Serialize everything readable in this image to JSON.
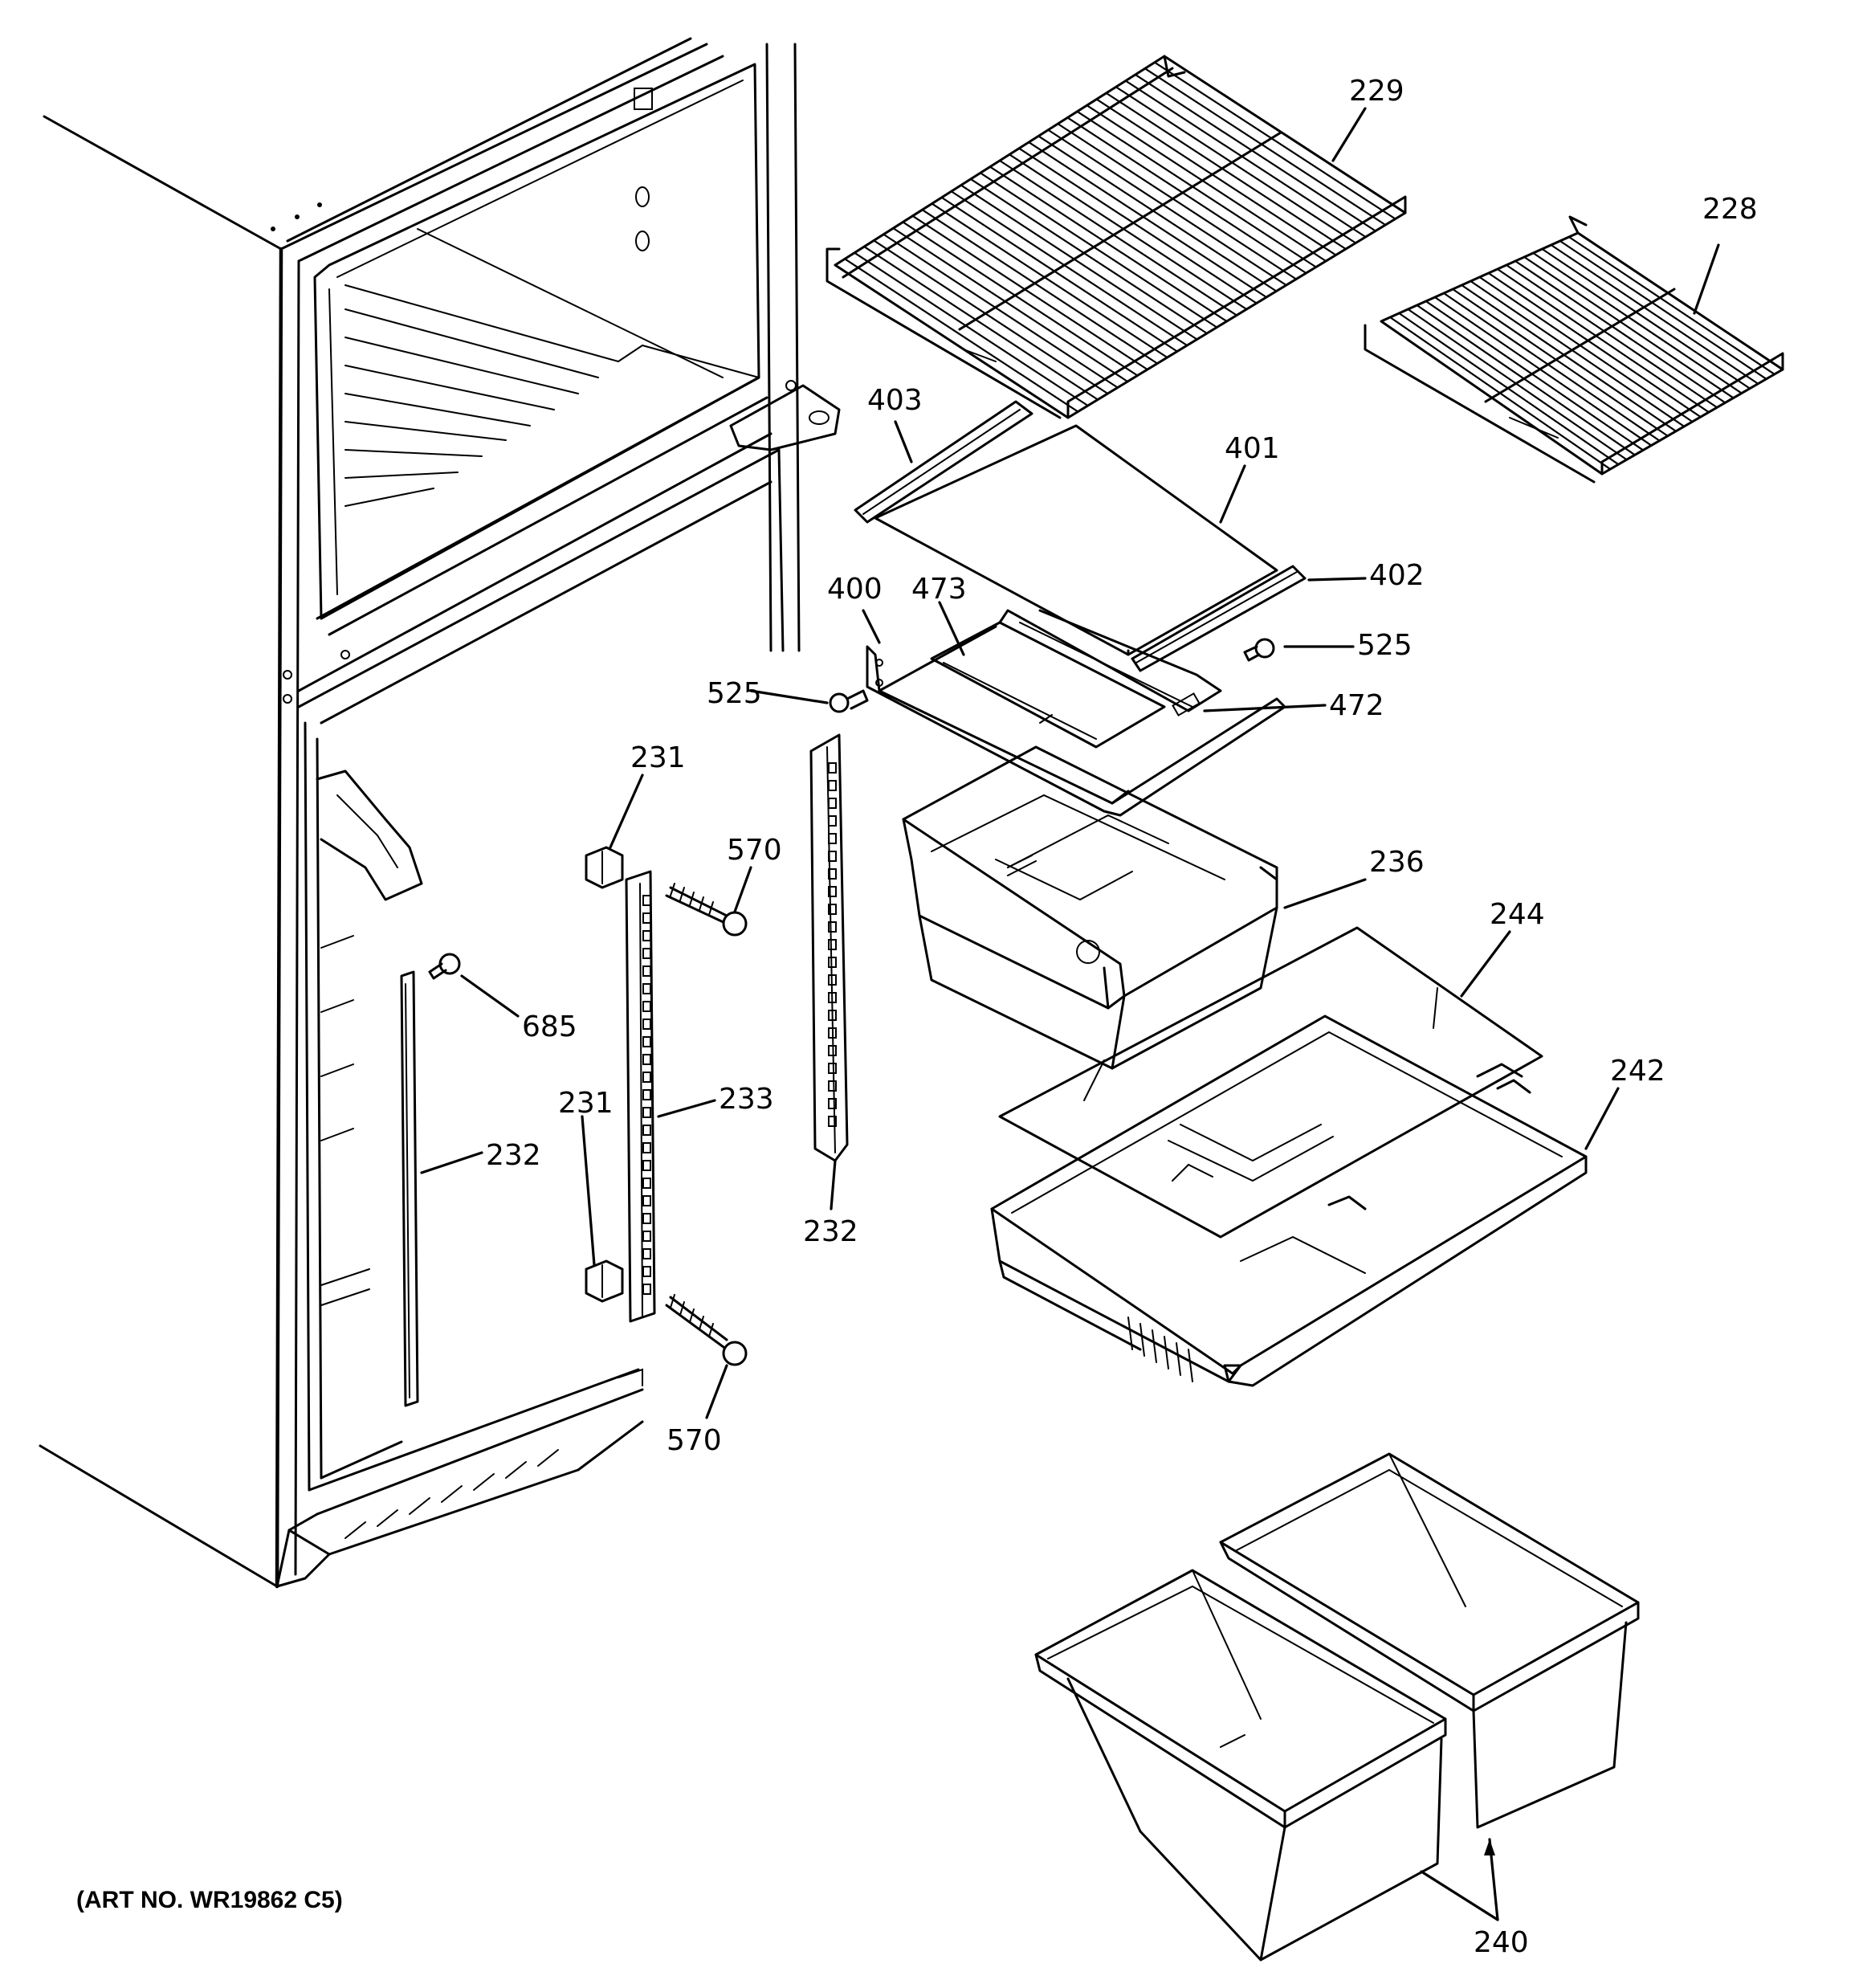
{
  "callouts": [
    {
      "id": "229",
      "label": "229"
    },
    {
      "id": "228",
      "label": "228"
    },
    {
      "id": "403",
      "label": "403"
    },
    {
      "id": "401",
      "label": "401"
    },
    {
      "id": "402",
      "label": "402"
    },
    {
      "id": "400",
      "label": "400"
    },
    {
      "id": "473",
      "label": "473"
    },
    {
      "id": "525a",
      "label": "525"
    },
    {
      "id": "525b",
      "label": "525"
    },
    {
      "id": "472",
      "label": "472"
    },
    {
      "id": "231a",
      "label": "231"
    },
    {
      "id": "570a",
      "label": "570"
    },
    {
      "id": "236",
      "label": "236"
    },
    {
      "id": "244",
      "label": "244"
    },
    {
      "id": "685",
      "label": "685"
    },
    {
      "id": "233",
      "label": "233"
    },
    {
      "id": "231b",
      "label": "231"
    },
    {
      "id": "232a",
      "label": "232"
    },
    {
      "id": "242",
      "label": "242"
    },
    {
      "id": "232b",
      "label": "232"
    },
    {
      "id": "570b",
      "label": "570"
    },
    {
      "id": "240",
      "label": "240"
    }
  ],
  "art_number": "(ART NO. WR19862 C5)"
}
